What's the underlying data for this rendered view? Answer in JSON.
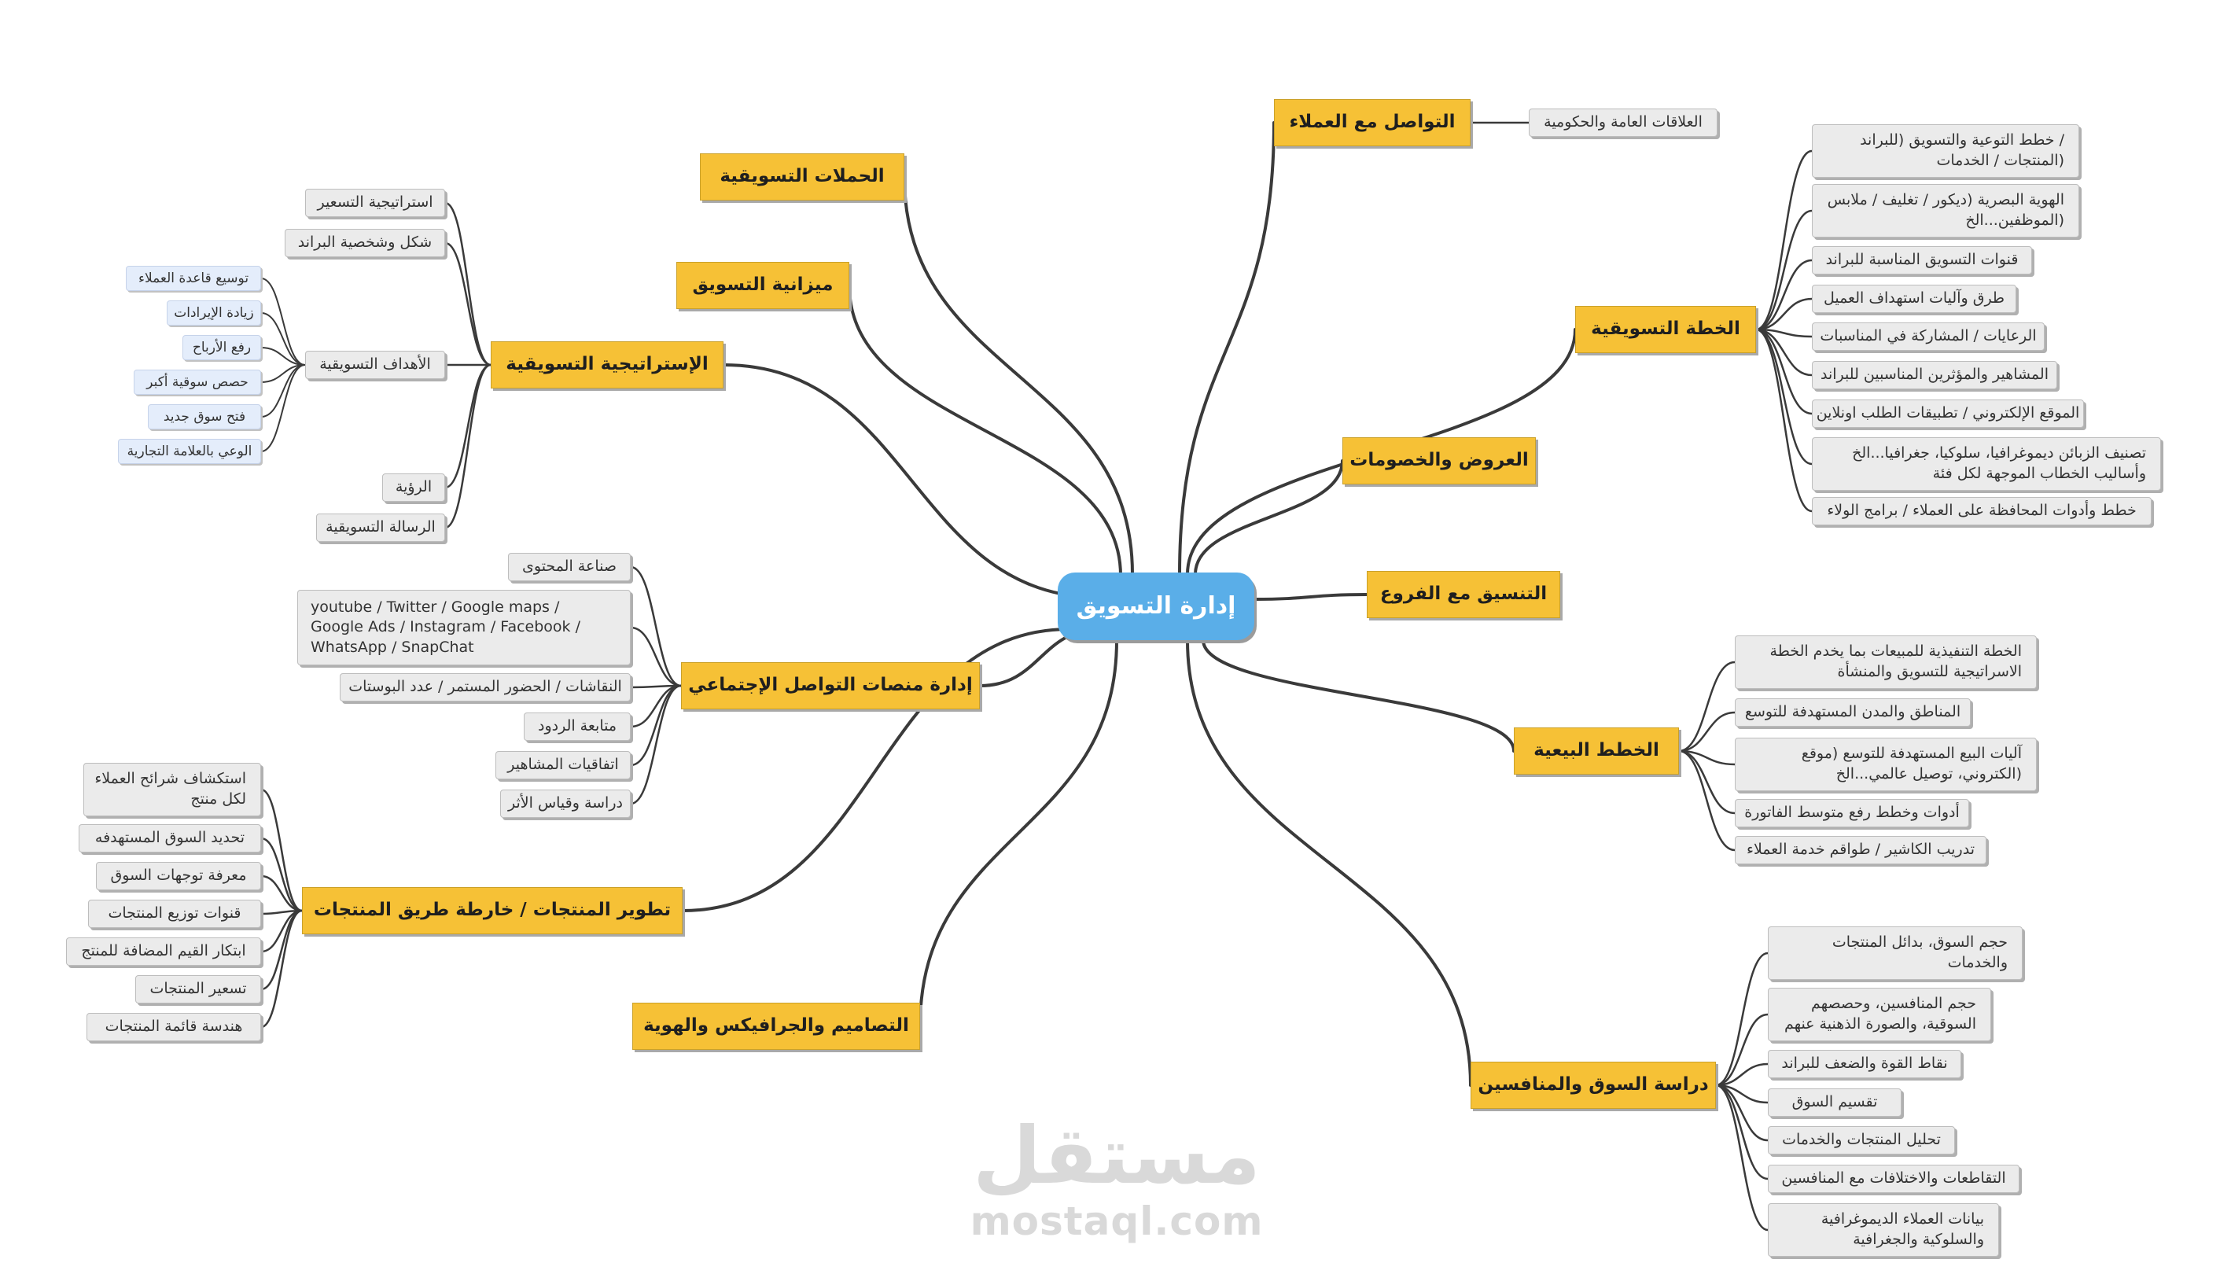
{
  "center": {
    "label": "إدارة التسويق"
  },
  "branches": {
    "customers": {
      "label": "التواصل مع العملاء",
      "items": [
        "العلاقات العامة والحكومية"
      ]
    },
    "plan": {
      "label": "الخطة التسويقية",
      "items": [
        [
          "/ خطط التوعية والتسويق (للبراند",
          "(المنتجات / الخدمات"
        ],
        [
          "الهوية البصرية (ديكور / تغليف / ملابس",
          "(الموظفين...الخ"
        ],
        "قنوات التسويق المناسبة للبراند",
        "طرق وآليات استهداف العميل",
        "الرعايات / المشاركة في المناسبات",
        "المشاهير والمؤثرين المناسبين للبراند",
        "الموقع الإلكتروني / تطبيقات الطلب اونلاين",
        [
          "تصنيف الزبائن ديموغرافيا، سلوكيا، جغرافيا...الخ",
          "وأساليب الخطاب الموجهة لكل فئة"
        ],
        "خطط وأدوات المحافظة على العملاء / برامج الولاء"
      ]
    },
    "offers": {
      "label": "العروض والخصومات"
    },
    "branches_coord": {
      "label": "التنسيق مع الفروع"
    },
    "sales": {
      "label": "الخطط البيعية",
      "items": [
        [
          "الخطة التنفيذية للمبيعات بما يخدم الخطة",
          "الاسراتيجية للتسويق والمنشأة"
        ],
        "المناطق والمدن المستهدفة للتوسع",
        [
          "آليات البيع المستهدفة للتوسع (موقع",
          "(الكتروني، توصيل عالمي...الخ"
        ],
        "أدوات وخطط رفع متوسط الفاتورة",
        "تدريب الكاشير / طواقم خدمة العملاء"
      ]
    },
    "market": {
      "label": "دراسة السوق والمنافسين",
      "items": [
        [
          "حجم السوق، بدائل المنتجات",
          "والخدمات"
        ],
        [
          "حجم المنافسين، وحصصهم",
          "السوقية، والصورة الذهنية عنهم"
        ],
        "نقاط القوة والضعف للبراند",
        "تقسيم السوق",
        "تحليل المنتجات والخدمات",
        "التقاطعات والاختلافات مع المنافسين",
        [
          "بيانات العملاء الديموغرافية",
          "والسلوكية والجغرافية"
        ]
      ]
    },
    "campaigns": {
      "label": "الحملات التسويقية"
    },
    "budget": {
      "label": "ميزانية التسويق"
    },
    "strategy": {
      "label": "الإستراتيجية التسويقية",
      "items": {
        "pricing": "استراتيجية التسعير",
        "brand": "شكل وشخصية البراند",
        "goals": "الأهداف التسويقية",
        "vision": "الرؤية",
        "mission": "الرسالة التسويقية"
      },
      "goals": [
        "توسيع قاعدة العملاء",
        "زيادة الإيرادات",
        "رفع الأرباح",
        "حصص سوقية أكبر",
        "فتح سوق جديد",
        "الوعي بالعلامة التجارية"
      ]
    },
    "social": {
      "label": "إدارة منصات التواصل الإجتماعي",
      "items": [
        "صناعة المحتوى",
        [
          "youtube / Twitter / Google maps /",
          "Google Ads / Instagram / Facebook /",
          "WhatsApp / SnapChat"
        ],
        "النقاشات / الحضور المستمر / عدد البوستات",
        "متابعة الردود",
        "اتفاقيات المشاهير",
        "دراسة وقياس الأثر"
      ]
    },
    "products": {
      "label": "تطوير المنتجات / خارطة طريق المنتجات",
      "items": [
        [
          "استكشاف شرائح العملاء",
          "لكل منتج"
        ],
        "تحديد السوق المستهدفه",
        "معرفة توجهات السوق",
        "قنوات توزيع المنتجات",
        "ابتكار القيم المضافة للمنتج",
        "تسعير المنتجات",
        "هندسة قائمة المنتجات"
      ]
    },
    "design": {
      "label": "التصاميم والجرافيكس والهوية"
    }
  },
  "colors": {
    "center": "#5aaee8",
    "main": "#f6c136",
    "sub": "#ebebeb",
    "leaf": "#e4edfb",
    "line": "#3a3a3a"
  },
  "watermark": {
    "arabic": "مستقل",
    "latin": "mostaql.com"
  }
}
